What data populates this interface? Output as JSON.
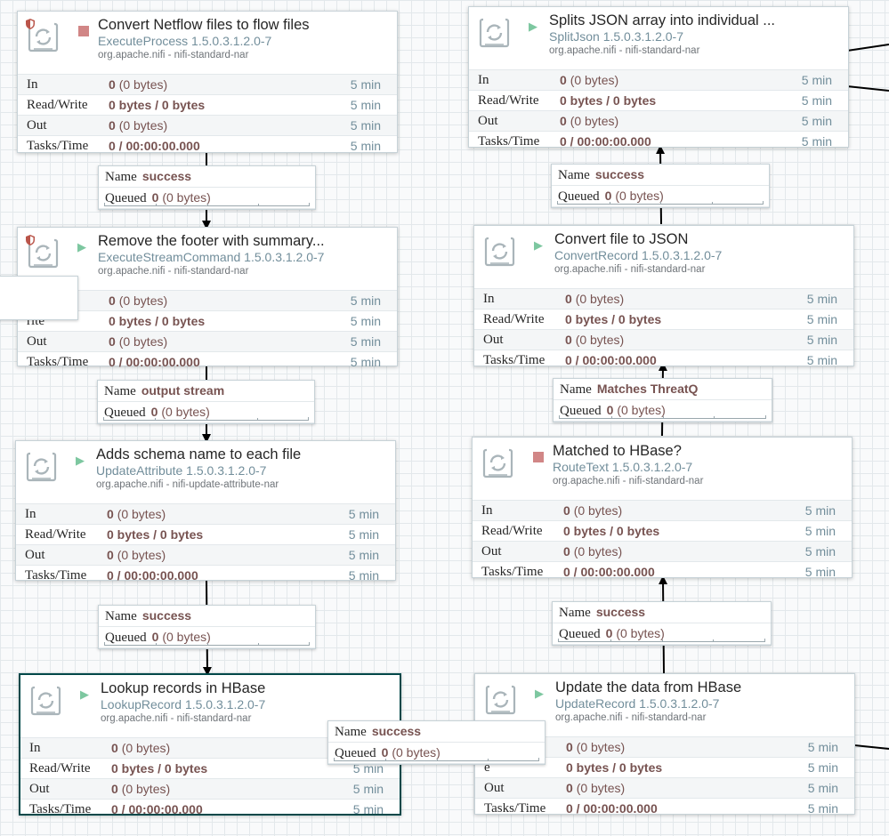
{
  "processors": [
    {
      "name": "Convert Netflow files to flow files",
      "type": "ExecuteProcess 1.5.0.3.1.2.0-7",
      "bundle": "org.apache.nifi - nifi-standard-nar",
      "state": "stopped",
      "stats": [
        {
          "label": "In",
          "value": "0",
          "sub": "(0 bytes)",
          "time": "5 min"
        },
        {
          "label": "Read/Write",
          "value": "0 bytes / 0 bytes",
          "sub": "",
          "time": "5 min"
        },
        {
          "label": "Out",
          "value": "0",
          "sub": "(0 bytes)",
          "time": "5 min"
        },
        {
          "label": "Tasks/Time",
          "value": "0 / 00:00:00.000",
          "sub": "",
          "time": "5 min"
        }
      ]
    },
    {
      "name": "Remove the footer with summary...",
      "type": "ExecuteStreamCommand 1.5.0.3.1.2.0-7",
      "bundle": "org.apache.nifi - nifi-standard-nar",
      "state": "running",
      "stats": [
        {
          "label": "",
          "value": "0",
          "sub": "(0 bytes)",
          "time": "5 min"
        },
        {
          "label": "rite",
          "value": "0 bytes / 0 bytes",
          "sub": "",
          "time": "5 min"
        },
        {
          "label": "Out",
          "value": "0",
          "sub": "(0 bytes)",
          "time": "5 min"
        },
        {
          "label": "Tasks/Time",
          "value": "0 / 00:00:00.000",
          "sub": "",
          "time": "5 min"
        }
      ]
    },
    {
      "name": "Adds schema name to each file",
      "type": "UpdateAttribute 1.5.0.3.1.2.0-7",
      "bundle": "org.apache.nifi - nifi-update-attribute-nar",
      "state": "running",
      "stats": [
        {
          "label": "In",
          "value": "0",
          "sub": "(0 bytes)",
          "time": "5 min"
        },
        {
          "label": "Read/Write",
          "value": "0 bytes / 0 bytes",
          "sub": "",
          "time": "5 min"
        },
        {
          "label": "Out",
          "value": "0",
          "sub": "(0 bytes)",
          "time": "5 min"
        },
        {
          "label": "Tasks/Time",
          "value": "0 / 00:00:00.000",
          "sub": "",
          "time": "5 min"
        }
      ]
    },
    {
      "name": "Lookup records in HBase",
      "type": "LookupRecord 1.5.0.3.1.2.0-7",
      "bundle": "org.apache.nifi - nifi-standard-nar",
      "state": "running",
      "stats": [
        {
          "label": "In",
          "value": "0",
          "sub": "(0 bytes)",
          "time": "5 min"
        },
        {
          "label": "Read/Write",
          "value": "0 bytes / 0 bytes",
          "sub": "",
          "time": "5 min"
        },
        {
          "label": "Out",
          "value": "0",
          "sub": "(0 bytes)",
          "time": "5 min"
        },
        {
          "label": "Tasks/Time",
          "value": "0 / 00:00:00.000",
          "sub": "",
          "time": "5 min"
        }
      ]
    },
    {
      "name": "Splits JSON array into individual ...",
      "type": "SplitJson 1.5.0.3.1.2.0-7",
      "bundle": "org.apache.nifi - nifi-standard-nar",
      "state": "running",
      "stats": [
        {
          "label": "In",
          "value": "0",
          "sub": "(0 bytes)",
          "time": "5 min"
        },
        {
          "label": "Read/Write",
          "value": "0 bytes / 0 bytes",
          "sub": "",
          "time": "5 min"
        },
        {
          "label": "Out",
          "value": "0",
          "sub": "(0 bytes)",
          "time": "5 min"
        },
        {
          "label": "Tasks/Time",
          "value": "0 / 00:00:00.000",
          "sub": "",
          "time": "5 min"
        }
      ]
    },
    {
      "name": "Convert file to JSON",
      "type": "ConvertRecord 1.5.0.3.1.2.0-7",
      "bundle": "org.apache.nifi - nifi-standard-nar",
      "state": "running",
      "stats": [
        {
          "label": "In",
          "value": "0",
          "sub": "(0 bytes)",
          "time": "5 min"
        },
        {
          "label": "Read/Write",
          "value": "0 bytes / 0 bytes",
          "sub": "",
          "time": "5 min"
        },
        {
          "label": "Out",
          "value": "0",
          "sub": "(0 bytes)",
          "time": "5 min"
        },
        {
          "label": "Tasks/Time",
          "value": "0 / 00:00:00.000",
          "sub": "",
          "time": "5 min"
        }
      ]
    },
    {
      "name": "Matched to HBase?",
      "type": "RouteText 1.5.0.3.1.2.0-7",
      "bundle": "org.apache.nifi - nifi-standard-nar",
      "state": "stopped",
      "stats": [
        {
          "label": "In",
          "value": "0",
          "sub": "(0 bytes)",
          "time": "5 min"
        },
        {
          "label": "Read/Write",
          "value": "0 bytes / 0 bytes",
          "sub": "",
          "time": "5 min"
        },
        {
          "label": "Out",
          "value": "0",
          "sub": "(0 bytes)",
          "time": "5 min"
        },
        {
          "label": "Tasks/Time",
          "value": "0 / 00:00:00.000",
          "sub": "",
          "time": "5 min"
        }
      ]
    },
    {
      "name": "Update the data from HBase",
      "type": "UpdateRecord 1.5.0.3.1.2.0-7",
      "bundle": "org.apache.nifi - nifi-standard-nar",
      "state": "running",
      "stats": [
        {
          "label": "",
          "value": "0",
          "sub": "(0 bytes)",
          "time": "5 min"
        },
        {
          "label": "e",
          "value": "0 bytes / 0 bytes",
          "sub": "",
          "time": "5 min"
        },
        {
          "label": "Out",
          "value": "0",
          "sub": "(0 bytes)",
          "time": "5 min"
        },
        {
          "label": "Tasks/Time",
          "value": "0 / 00:00:00.000",
          "sub": "",
          "time": "5 min"
        }
      ]
    }
  ],
  "connections": [
    {
      "name_label": "Name",
      "name": "success",
      "queued_label": "Queued",
      "queued": "0",
      "queued_sub": "(0 bytes)"
    },
    {
      "name_label": "Name",
      "name": "output stream",
      "queued_label": "Queued",
      "queued": "0",
      "queued_sub": "(0 bytes)"
    },
    {
      "name_label": "Name",
      "name": "success",
      "queued_label": "Queued",
      "queued": "0",
      "queued_sub": "(0 bytes)"
    },
    {
      "name_label": "Name",
      "name": "success",
      "queued_label": "Queued",
      "queued": "0",
      "queued_sub": "(0 bytes)"
    },
    {
      "name_label": "Name",
      "name": "success",
      "queued_label": "Queued",
      "queued": "0",
      "queued_sub": "(0 bytes)"
    },
    {
      "name_label": "Name",
      "name": "Matches ThreatQ",
      "queued_label": "Queued",
      "queued": "0",
      "queued_sub": "(0 bytes)"
    },
    {
      "name_label": "Name",
      "name": "success",
      "queued_label": "Queued",
      "queued": "0",
      "queued_sub": "(0 bytes)"
    }
  ],
  "colors": {
    "running": "#7dc7a0",
    "stopped": "#d18686",
    "value_text": "#775351",
    "type_text": "#728e9b",
    "selected_border": "#004849"
  }
}
